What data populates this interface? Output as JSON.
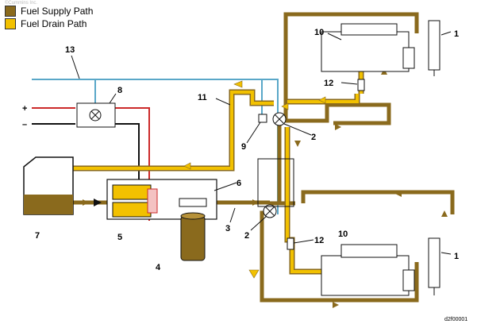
{
  "legend": {
    "supply_label": "Fuel Supply Path",
    "drain_label": "Fuel Drain Path",
    "supply_color": "#8a6a1d",
    "drain_color": "#f2c100"
  },
  "watermark": "©Cummins Inc.",
  "figure_id": "d2f00001",
  "polarity": {
    "plus": "+",
    "minus": "–"
  },
  "callouts": {
    "c1a": "1",
    "c1b": "1",
    "c2a": "2",
    "c2b": "2",
    "c3": "3",
    "c4": "4",
    "c5": "5",
    "c6": "6",
    "c7": "7",
    "c8": "8",
    "c9": "9",
    "c10a": "10",
    "c10b": "10",
    "c11": "11",
    "c12a": "12",
    "c12b": "12",
    "c13": "13"
  },
  "colors": {
    "blue_line": "#5aa7c8",
    "red_line": "#cc2a2a",
    "black_line": "#111111"
  }
}
